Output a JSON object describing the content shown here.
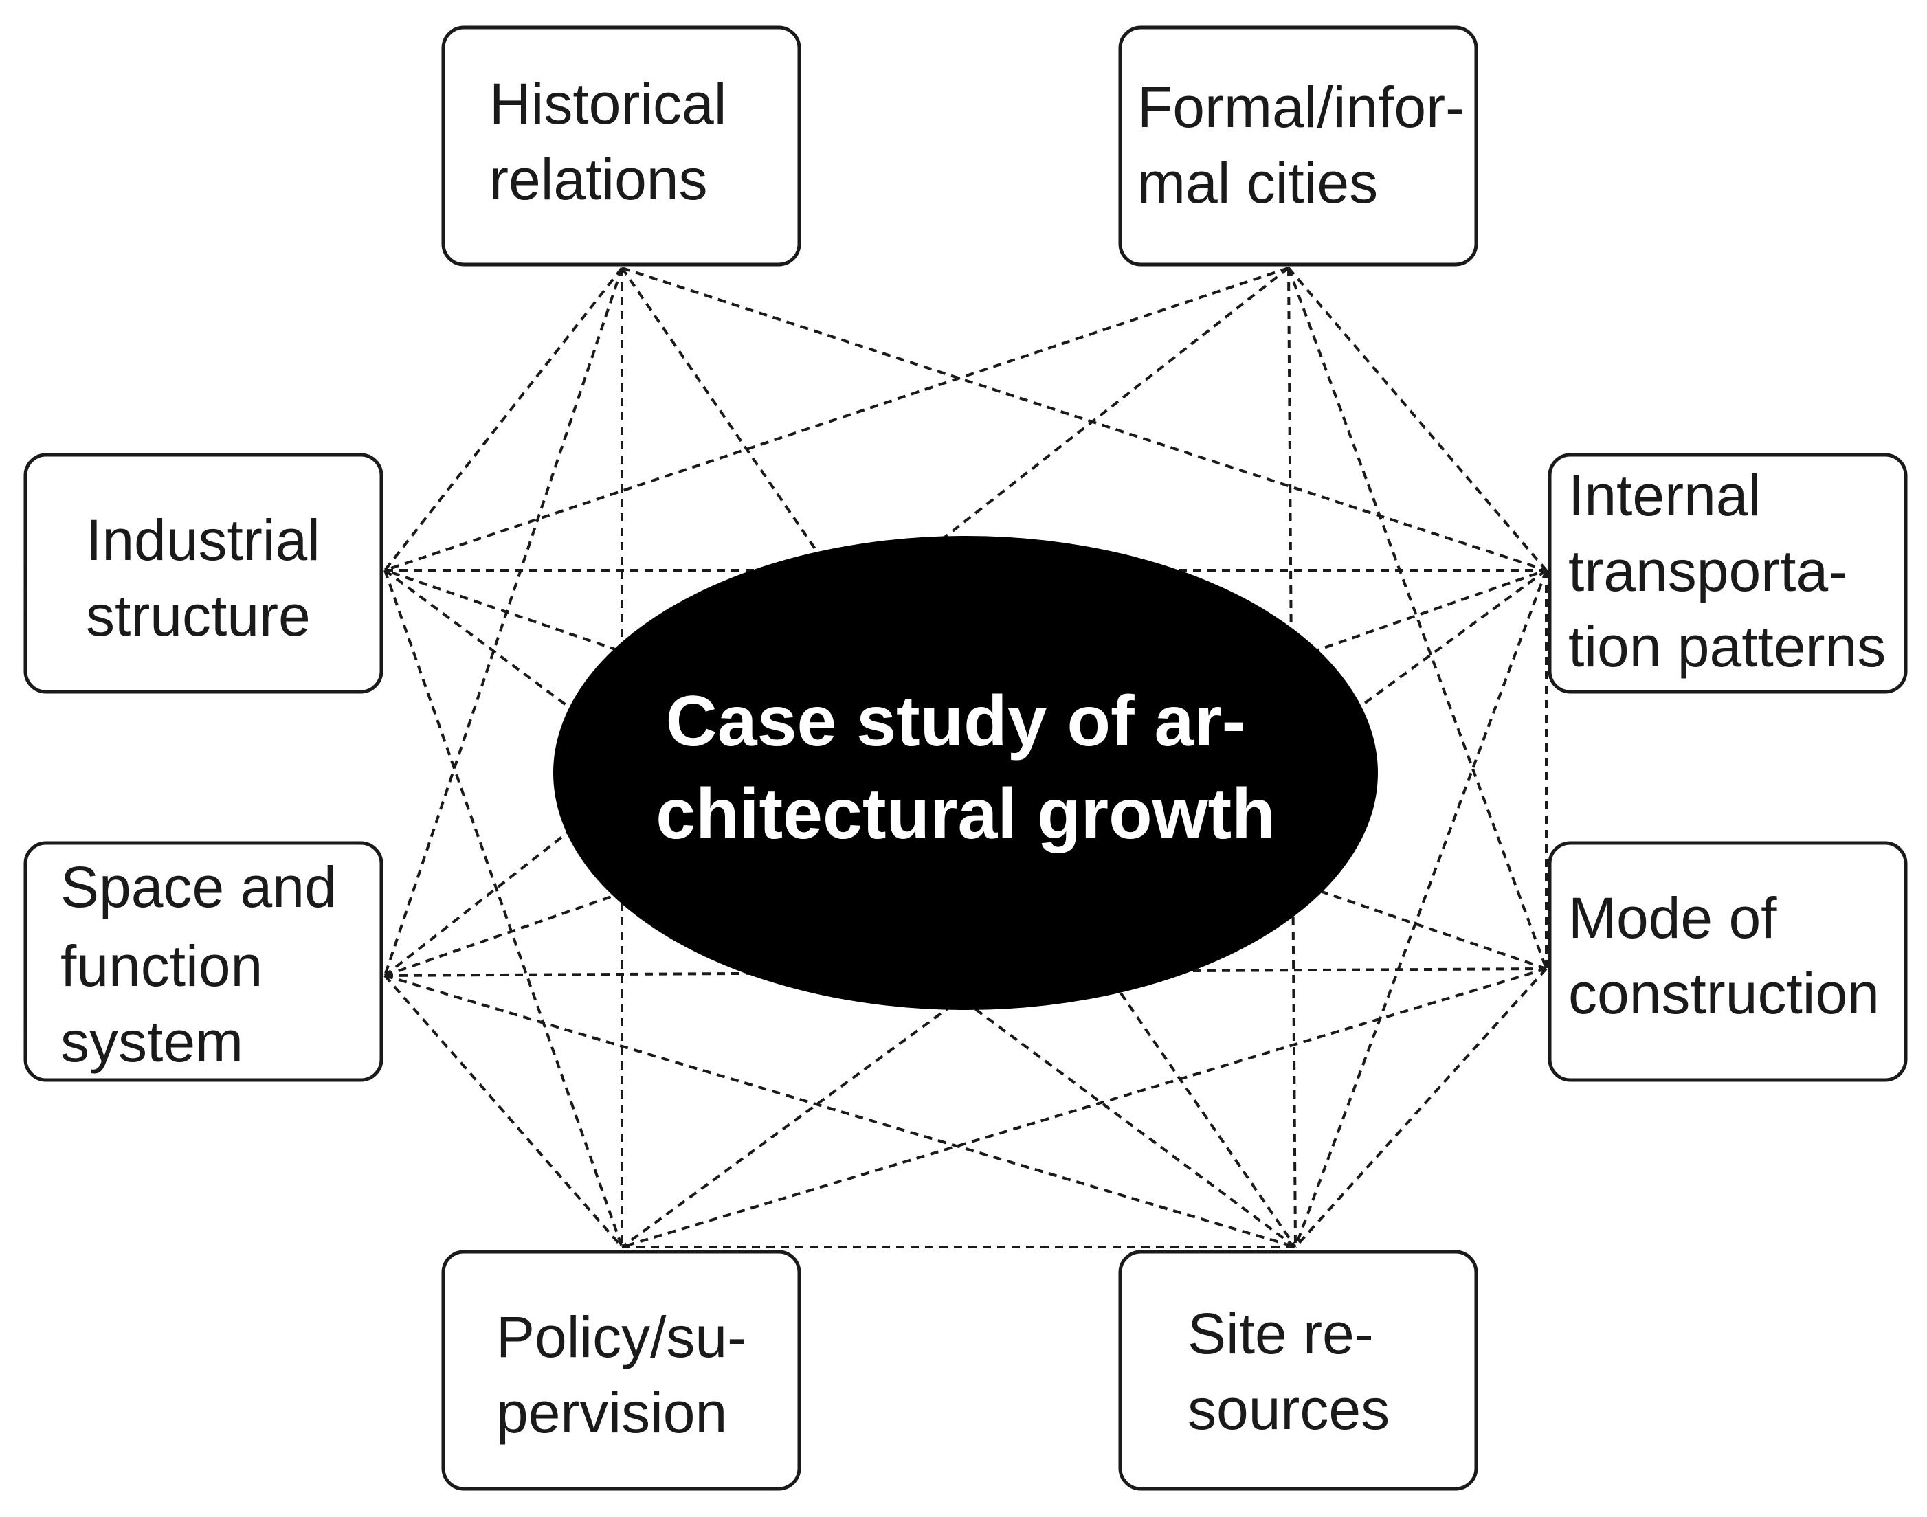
{
  "center": {
    "lines": [
      "Case study of ar-",
      "chitectural growth"
    ]
  },
  "nodes": [
    {
      "id": "historical",
      "lines": [
        "Historical",
        "relations"
      ]
    },
    {
      "id": "formal",
      "lines": [
        "Formal/infor-",
        "mal cities"
      ]
    },
    {
      "id": "industrial",
      "lines": [
        "Industrial",
        "structure"
      ]
    },
    {
      "id": "transport",
      "lines": [
        "Internal",
        "transporta-",
        "tion patterns"
      ]
    },
    {
      "id": "space",
      "lines": [
        "Space and",
        "function",
        "system"
      ]
    },
    {
      "id": "construction",
      "lines": [
        "Mode of",
        "construction"
      ]
    },
    {
      "id": "policy",
      "lines": [
        "Policy/su-",
        "pervision"
      ]
    },
    {
      "id": "site",
      "lines": [
        "Site re-",
        "sources"
      ]
    }
  ],
  "connections": [
    [
      "historical",
      "industrial"
    ],
    [
      "historical",
      "space"
    ],
    [
      "historical",
      "policy"
    ],
    [
      "historical",
      "site"
    ],
    [
      "historical",
      "transport"
    ],
    [
      "formal",
      "industrial"
    ],
    [
      "formal",
      "construction"
    ],
    [
      "formal",
      "site"
    ],
    [
      "formal",
      "transport"
    ],
    [
      "formal",
      "space"
    ],
    [
      "industrial",
      "transport"
    ],
    [
      "industrial",
      "policy"
    ],
    [
      "industrial",
      "site"
    ],
    [
      "space",
      "construction"
    ],
    [
      "space",
      "policy"
    ],
    [
      "space",
      "site"
    ],
    [
      "space",
      "transport"
    ],
    [
      "transport",
      "construction"
    ],
    [
      "transport",
      "site"
    ],
    [
      "transport",
      "policy"
    ],
    [
      "construction",
      "policy"
    ],
    [
      "construction",
      "site"
    ],
    [
      "construction",
      "industrial"
    ],
    [
      "policy",
      "site"
    ]
  ]
}
